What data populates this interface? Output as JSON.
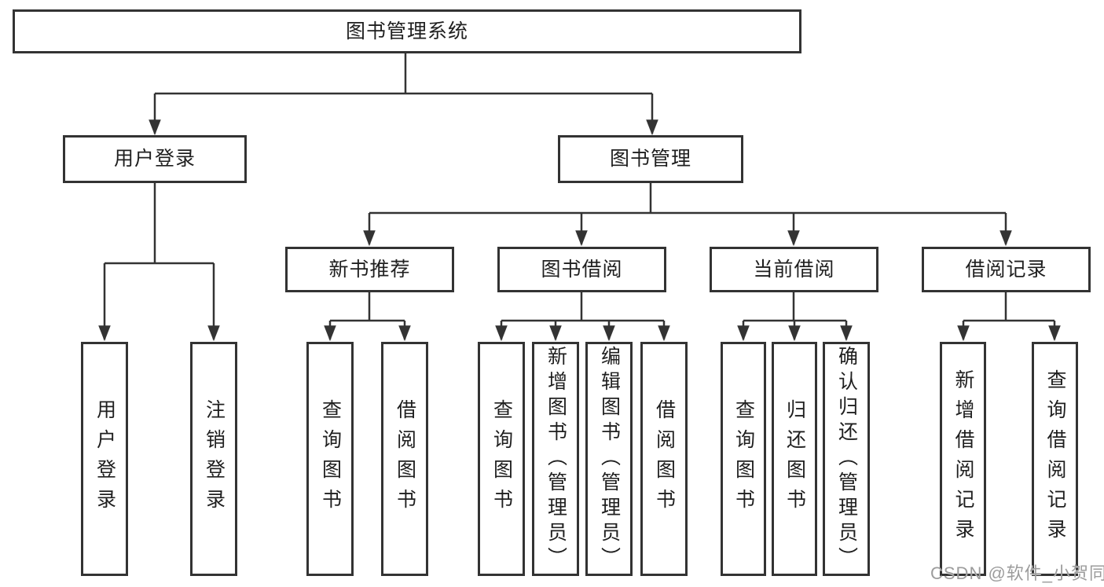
{
  "diagram_title": "图书管理系统",
  "watermark": "CSDN @软件_小贺同学",
  "colors": {
    "line": "#333333",
    "border": "#333333",
    "text": "#1f1f1f",
    "background": "#ffffff",
    "watermark": "#9c9c9c"
  },
  "nodes": [
    {
      "id": "root",
      "label": "图书管理系统",
      "parent": null
    },
    {
      "id": "login",
      "label": "用户登录",
      "parent": "root"
    },
    {
      "id": "mgmt",
      "label": "图书管理",
      "parent": "root"
    },
    {
      "id": "rec",
      "label": "新书推荐",
      "parent": "mgmt"
    },
    {
      "id": "borrow",
      "label": "图书借阅",
      "parent": "mgmt"
    },
    {
      "id": "current",
      "label": "当前借阅",
      "parent": "mgmt"
    },
    {
      "id": "records",
      "label": "借阅记录",
      "parent": "mgmt"
    },
    {
      "id": "login-1",
      "label": "用户登录",
      "parent": "login"
    },
    {
      "id": "login-2",
      "label": "注销登录",
      "parent": "login"
    },
    {
      "id": "rec-1",
      "label": "查询图书",
      "parent": "rec"
    },
    {
      "id": "rec-2",
      "label": "借阅图书",
      "parent": "rec"
    },
    {
      "id": "borrow-1",
      "label": "查询图书",
      "parent": "borrow"
    },
    {
      "id": "borrow-2",
      "label": "新增图书（管理员）",
      "parent": "borrow"
    },
    {
      "id": "borrow-3",
      "label": "编辑图书（管理员）",
      "parent": "borrow"
    },
    {
      "id": "borrow-4",
      "label": "借阅图书",
      "parent": "borrow"
    },
    {
      "id": "current-1",
      "label": "查询图书",
      "parent": "current"
    },
    {
      "id": "current-2",
      "label": "归还图书",
      "parent": "current"
    },
    {
      "id": "current-3",
      "label": "确认归还（管理员）",
      "parent": "current"
    },
    {
      "id": "records-1",
      "label": "新增借阅记录",
      "parent": "records"
    },
    {
      "id": "records-2",
      "label": "查询借阅记录",
      "parent": "records"
    }
  ]
}
